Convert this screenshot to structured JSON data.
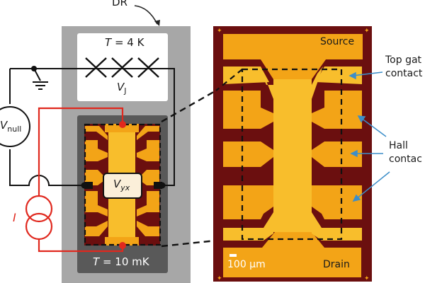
{
  "labels": {
    "dr": "DR",
    "t_4k_var": "T",
    "t_4k_rest": " = 4 K",
    "vj_main": "V",
    "vj_sub": "J",
    "vnull_main": "V",
    "vnull_sub": "null",
    "current": "I",
    "vyx_main": "V",
    "vyx_sub": "yx",
    "t_10mk_var": "T",
    "t_10mk_rest": " = 10 mK",
    "source": "Source",
    "drain": "Drain",
    "scale_bar": "100 µm",
    "top_gate_line1": "Top gat",
    "top_gate_line2": "contact",
    "hall_line1": "Hall",
    "hall_line2": "contac"
  },
  "colors": {
    "dr_gray": "#a7a7a7",
    "mk_dark": "#5a5a5a",
    "chip_bg": "#6b0f0f",
    "gold": "#f3a417",
    "gold_light": "#f8be2c",
    "current_red": "#e0281e",
    "arrow_blue": "#3c8ec9",
    "wire": "#111111"
  }
}
